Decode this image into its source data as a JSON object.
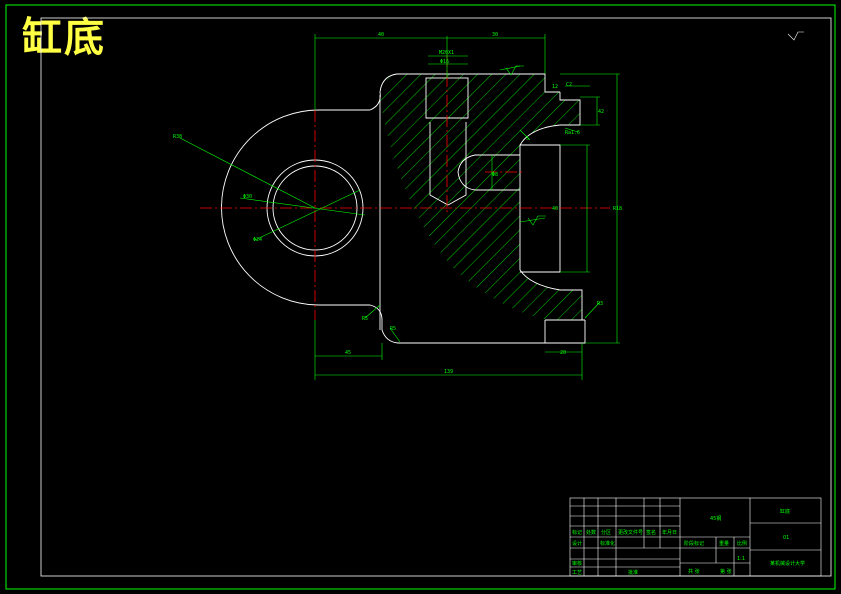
{
  "drawing": {
    "title": "缸底",
    "colors": {
      "background": "#000000",
      "frame": "#00ff00",
      "outline": "#ffffff",
      "hatch": "#00ff00",
      "centerline": "#ff0000",
      "title_text": "#ffff44"
    }
  },
  "dimensions": {
    "top_left": "40",
    "top_right": "30",
    "thread": "M20X1",
    "bore": "Φ16",
    "chamfer_top": "C2",
    "right_small": "12",
    "right_step": "42",
    "right_total": "R18",
    "inner_height": "40",
    "radius_big": "R38",
    "diameter_hole": "Φ30",
    "diameter_inner": "Φ24",
    "radius_small_a": "R5",
    "radius_small_b": "R5",
    "radius_right": "R3",
    "bottom_left": "45",
    "bottom_right": "20",
    "overall_width": "139",
    "slot": "Φ8",
    "surface_mark": "Ra1.6",
    "mark_side": "5"
  },
  "title_block": {
    "material": "45钢",
    "part_name": "缸底",
    "scale": "1:1",
    "sheet": "01",
    "school": "某机械设计大学",
    "rows": [
      [
        "标记",
        "处数",
        "分区",
        "更改文件号",
        "签名",
        "年月日"
      ],
      [
        "设计",
        "",
        "标准化",
        "",
        "",
        ""
      ],
      [
        "审核",
        "",
        "",
        "",
        "",
        ""
      ],
      [
        "工艺",
        "",
        "批准",
        "",
        "",
        ""
      ]
    ],
    "labels": [
      "阶段标记",
      "重量",
      "比例",
      "共 张",
      "第 张"
    ]
  }
}
